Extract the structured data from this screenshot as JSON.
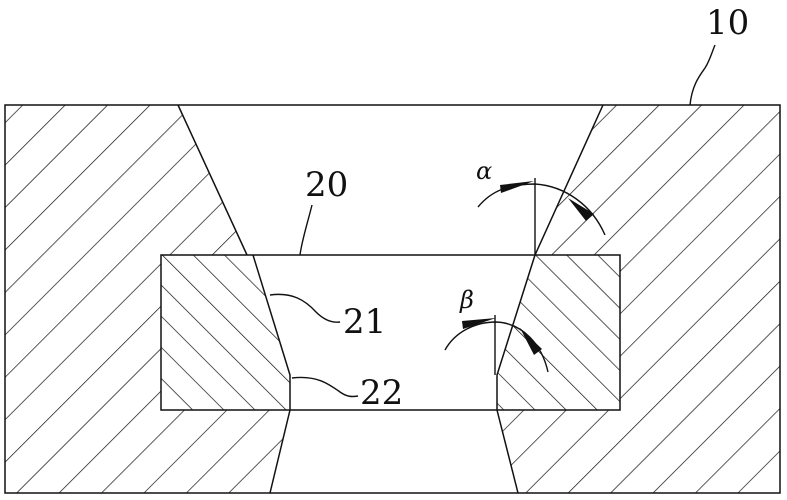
{
  "labels": {
    "part_10": "10",
    "part_20": "20",
    "part_21": "21",
    "part_22": "22",
    "angle_alpha": "α",
    "angle_beta": "β"
  },
  "colors": {
    "line": "#111111",
    "background": "#ffffff"
  }
}
